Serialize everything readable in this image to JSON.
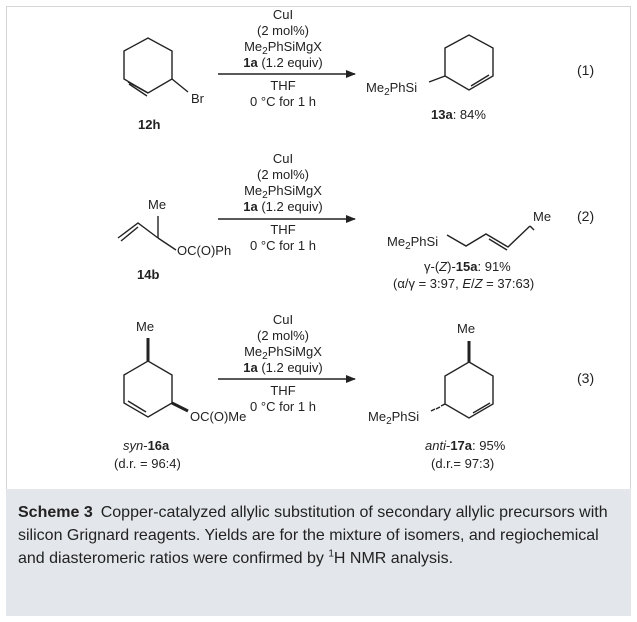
{
  "schemes": [
    {
      "conditions": {
        "cat": "CuI",
        "loading": "(2 mol%)",
        "reagent_pre": "Me",
        "reagent_sub": "2",
        "reagent_post": "PhSiMgX",
        "ligand_bold": "1a",
        "ligand_rest": " (1.2 equiv)",
        "solvent": "THF",
        "temp": "0 °C for 1 h"
      },
      "substrate": {
        "label": "12h",
        "group": "Br"
      },
      "product": {
        "silyl_pre": "Me",
        "silyl_sub": "2",
        "silyl_post": "PhSi",
        "label_bold": "13a",
        "label_rest": ": 84%"
      },
      "number": "(1)"
    },
    {
      "conditions": {
        "cat": "CuI",
        "loading": "(2 mol%)",
        "reagent_pre": "Me",
        "reagent_sub": "2",
        "reagent_post": "PhSiMgX",
        "ligand_bold": "1a",
        "ligand_rest": " (1.2 equiv)",
        "solvent": "THF",
        "temp": "0 °C for 1 h"
      },
      "substrate": {
        "label": "14b",
        "group": "OC(O)Ph",
        "methyl": "Me"
      },
      "product": {
        "silyl_pre": "Me",
        "silyl_sub": "2",
        "silyl_post": "PhSi",
        "methyl": "Me",
        "label_pre": "γ-(",
        "label_italic": "Z",
        "label_mid": ")-",
        "label_bold": "15a",
        "label_rest": ": 91%",
        "ratio_pre": "(α/γ = 3:97, ",
        "ratio_italic": "E",
        "ratio_slash": "/",
        "ratio_italic2": "Z",
        "ratio_post": " = 37:63)"
      },
      "number": "(2)"
    },
    {
      "conditions": {
        "cat": "CuI",
        "loading": "(2 mol%)",
        "reagent_pre": "Me",
        "reagent_sub": "2",
        "reagent_post": "PhSiMgX",
        "ligand_bold": "1a",
        "ligand_rest": " (1.2 equiv)",
        "solvent": "THF",
        "temp": "0 °C for 1 h"
      },
      "substrate": {
        "label_italic": "syn",
        "label_dash": "-",
        "label_bold": "16a",
        "dr": "(d.r. = 96:4)",
        "group": "OC(O)Me",
        "methyl": "Me"
      },
      "product": {
        "silyl_pre": "Me",
        "silyl_sub": "2",
        "silyl_post": "PhSi",
        "methyl": "Me",
        "label_italic": "anti",
        "label_dash": "-",
        "label_bold": "17a",
        "label_rest": ": 95%",
        "dr": "(d.r.= 97:3)"
      },
      "number": "(3)"
    }
  ],
  "caption": {
    "title": "Scheme 3",
    "text_pre": "Copper-catalyzed allylic substitution of secondary allylic precursors with silicon Grignard reagents. Yields are for the mixture of isomers, and regiochemical and diasteromeric ratios were confirmed by ",
    "sup": "1",
    "text_post": "H NMR analysis."
  }
}
